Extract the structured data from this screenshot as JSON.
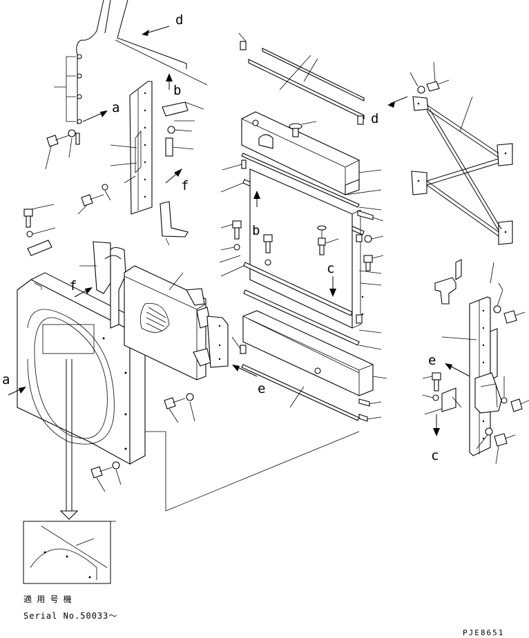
{
  "diagram": {
    "arrow_labels": {
      "a_top": "a",
      "a_left": "a",
      "b_upper": "b",
      "b_mid": "b",
      "c_mid": "c",
      "c_right": "c",
      "d_top": "d",
      "d_right": "d",
      "e_mid": "e",
      "e_right": "e",
      "f_upper": "f",
      "f_left": "f"
    },
    "inset": {
      "caption_japanese": "適 用 号 機",
      "caption_serial": "Serial No.50033～"
    },
    "drawing_code": "PJE8651"
  }
}
